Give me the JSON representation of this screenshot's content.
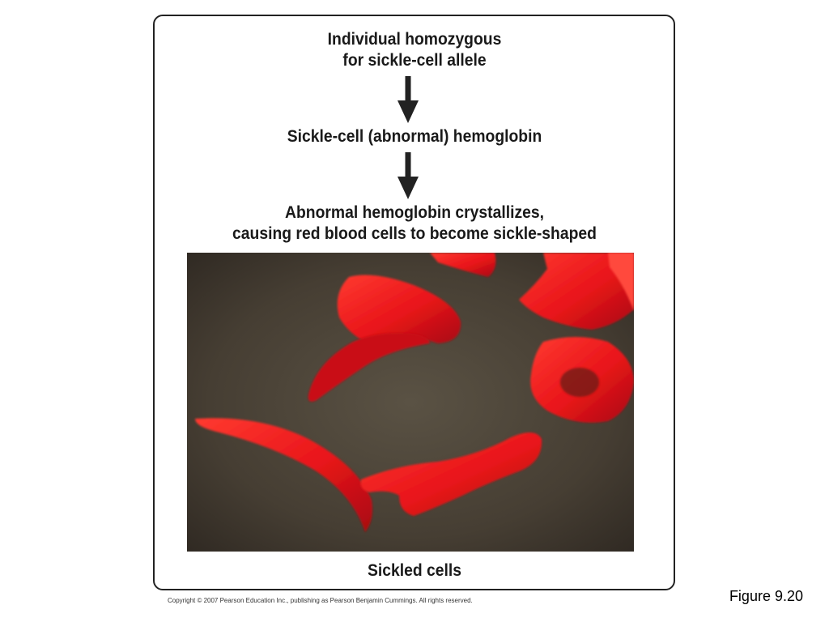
{
  "steps": [
    {
      "lines": [
        "Individual homozygous",
        "for sickle-cell allele"
      ]
    },
    {
      "lines": [
        "Sickle-cell (abnormal) hemoglobin"
      ]
    },
    {
      "lines": [
        "Abnormal hemoglobin crystallizes,",
        "causing red blood cells to become sickle-shaped"
      ]
    }
  ],
  "photo_caption": "Sickled cells",
  "copyright": "Copyright © 2007 Pearson Education Inc., publishing as Pearson Benjamin Cummings. All rights reserved.",
  "figure_label": "Figure 9.20",
  "colors": {
    "cell_red": "#e8141a",
    "background_dark": "#4a4236",
    "arrow": "#222222"
  }
}
